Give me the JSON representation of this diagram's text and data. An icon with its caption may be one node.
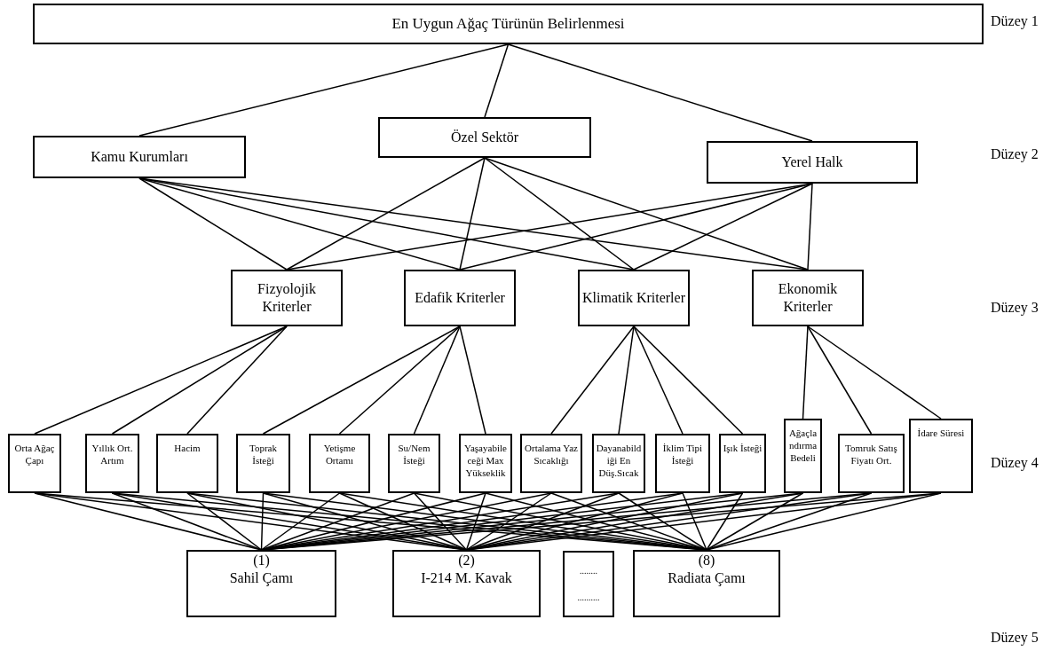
{
  "diagram": {
    "nodes": [
      {
        "text": [
          "En Uygun Ağaç Türünün Belirlenmesi"
        ]
      },
      {
        "text": [
          "Kamu Kurumları"
        ]
      },
      {
        "text": [
          "Özel Sektör"
        ]
      },
      {
        "text": [
          "Yerel Halk"
        ]
      },
      {
        "text": [
          "Fizyolojik Kriterler"
        ]
      },
      {
        "text": [
          "Edafik Kriterler"
        ]
      },
      {
        "text": [
          "Klimatik Kriterler"
        ]
      },
      {
        "text": [
          "Ekonomik Kriterler"
        ]
      },
      {
        "text": [
          "Orta Ağaç Çapı"
        ]
      },
      {
        "text": [
          "Yıllık Ort. Artım"
        ]
      },
      {
        "text": [
          "Hacim"
        ]
      },
      {
        "text": [
          "Toprak İsteği"
        ]
      },
      {
        "text": [
          "Yetişme Ortamı"
        ]
      },
      {
        "text": [
          "Su/Nem İsteği"
        ]
      },
      {
        "text": [
          "Yaşayabileceği Max Yükseklik"
        ]
      },
      {
        "text": [
          "Ortalama Yaz Sıcaklığı"
        ]
      },
      {
        "text": [
          "Dayanabildiği En Düş.Sıcak"
        ]
      },
      {
        "text": [
          "İklim Tipi İsteği"
        ]
      },
      {
        "text": [
          "Işık İsteği"
        ]
      },
      {
        "text": [
          "Ağaçlandırma Bedeli"
        ]
      },
      {
        "text": [
          "Tomruk Satış Fiyatı Ort."
        ]
      },
      {
        "text": [
          "İdare Süresi"
        ]
      },
      {
        "text": [
          "(1)",
          "Sahil Çamı"
        ]
      },
      {
        "text": [
          "(2)",
          "I-214 M. Kavak"
        ]
      },
      {
        "text": [
          "........",
          ".........."
        ]
      },
      {
        "text": [
          "(8)",
          "Radiata Çamı"
        ]
      }
    ],
    "edges": [
      {
        "from": 0,
        "to": 1,
        "arrow": "none"
      },
      {
        "from": 0,
        "to": 2,
        "arrow": "none"
      },
      {
        "from": 0,
        "to": 3,
        "arrow": "none"
      },
      {
        "from": 1,
        "to": 4,
        "arrow": "none"
      },
      {
        "from": 1,
        "to": 5,
        "arrow": "none"
      },
      {
        "from": 1,
        "to": 6,
        "arrow": "none"
      },
      {
        "from": 1,
        "to": 7,
        "arrow": "none"
      },
      {
        "from": 2,
        "to": 4,
        "arrow": "none"
      },
      {
        "from": 2,
        "to": 5,
        "arrow": "none"
      },
      {
        "from": 2,
        "to": 6,
        "arrow": "none"
      },
      {
        "from": 2,
        "to": 7,
        "arrow": "none"
      },
      {
        "from": 3,
        "to": 4,
        "arrow": "none"
      },
      {
        "from": 3,
        "to": 5,
        "arrow": "none"
      },
      {
        "from": 3,
        "to": 6,
        "arrow": "none"
      },
      {
        "from": 3,
        "to": 7,
        "arrow": "none"
      },
      {
        "from": 4,
        "to": 8,
        "arrow": "none"
      },
      {
        "from": 4,
        "to": 9,
        "arrow": "none"
      },
      {
        "from": 4,
        "to": 10,
        "arrow": "none"
      },
      {
        "from": 5,
        "to": 11,
        "arrow": "none"
      },
      {
        "from": 5,
        "to": 12,
        "arrow": "none"
      },
      {
        "from": 5,
        "to": 13,
        "arrow": "none"
      },
      {
        "from": 5,
        "to": 14,
        "arrow": "none"
      },
      {
        "from": 6,
        "to": 15,
        "arrow": "none"
      },
      {
        "from": 6,
        "to": 16,
        "arrow": "none"
      },
      {
        "from": 6,
        "to": 17,
        "arrow": "none"
      },
      {
        "from": 6,
        "to": 18,
        "arrow": "none"
      },
      {
        "from": 7,
        "to": 19,
        "arrow": "none"
      },
      {
        "from": 7,
        "to": 20,
        "arrow": "none"
      },
      {
        "from": 7,
        "to": 21,
        "arrow": "none"
      },
      {
        "from": 8,
        "to": 22,
        "arrow": "none"
      },
      {
        "from": 8,
        "to": 23,
        "arrow": "none"
      },
      {
        "from": 8,
        "to": 25,
        "arrow": "none"
      },
      {
        "from": 9,
        "to": 22,
        "arrow": "none"
      },
      {
        "from": 9,
        "to": 23,
        "arrow": "none"
      },
      {
        "from": 9,
        "to": 25,
        "arrow": "none"
      },
      {
        "from": 10,
        "to": 22,
        "arrow": "none"
      },
      {
        "from": 10,
        "to": 23,
        "arrow": "none"
      },
      {
        "from": 10,
        "to": 25,
        "arrow": "none"
      },
      {
        "from": 11,
        "to": 22,
        "arrow": "none"
      },
      {
        "from": 11,
        "to": 23,
        "arrow": "none"
      },
      {
        "from": 11,
        "to": 25,
        "arrow": "none"
      },
      {
        "from": 12,
        "to": 22,
        "arrow": "none"
      },
      {
        "from": 12,
        "to": 23,
        "arrow": "none"
      },
      {
        "from": 12,
        "to": 25,
        "arrow": "none"
      },
      {
        "from": 13,
        "to": 22,
        "arrow": "none"
      },
      {
        "from": 13,
        "to": 23,
        "arrow": "none"
      },
      {
        "from": 13,
        "to": 25,
        "arrow": "none"
      },
      {
        "from": 14,
        "to": 22,
        "arrow": "none"
      },
      {
        "from": 14,
        "to": 23,
        "arrow": "none"
      },
      {
        "from": 14,
        "to": 25,
        "arrow": "none"
      },
      {
        "from": 15,
        "to": 22,
        "arrow": "none"
      },
      {
        "from": 15,
        "to": 23,
        "arrow": "none"
      },
      {
        "from": 15,
        "to": 25,
        "arrow": "none"
      },
      {
        "from": 16,
        "to": 22,
        "arrow": "none"
      },
      {
        "from": 16,
        "to": 23,
        "arrow": "none"
      },
      {
        "from": 16,
        "to": 25,
        "arrow": "none"
      },
      {
        "from": 17,
        "to": 22,
        "arrow": "none"
      },
      {
        "from": 17,
        "to": 23,
        "arrow": "none"
      },
      {
        "from": 17,
        "to": 25,
        "arrow": "none"
      },
      {
        "from": 18,
        "to": 22,
        "arrow": "none"
      },
      {
        "from": 18,
        "to": 23,
        "arrow": "none"
      },
      {
        "from": 18,
        "to": 25,
        "arrow": "none"
      },
      {
        "from": 19,
        "to": 22,
        "arrow": "none"
      },
      {
        "from": 19,
        "to": 23,
        "arrow": "none"
      },
      {
        "from": 19,
        "to": 25,
        "arrow": "none"
      },
      {
        "from": 20,
        "to": 22,
        "arrow": "none"
      },
      {
        "from": 20,
        "to": 23,
        "arrow": "none"
      },
      {
        "from": 20,
        "to": 25,
        "arrow": "none"
      },
      {
        "from": 21,
        "to": 22,
        "arrow": "none"
      },
      {
        "from": 21,
        "to": 23,
        "arrow": "none"
      },
      {
        "from": 21,
        "to": 25,
        "arrow": "none"
      }
    ],
    "labels": [
      "Düzey 1",
      "Düzey 2",
      "Düzey 3",
      "Düzey 4",
      "Düzey 5"
    ]
  }
}
